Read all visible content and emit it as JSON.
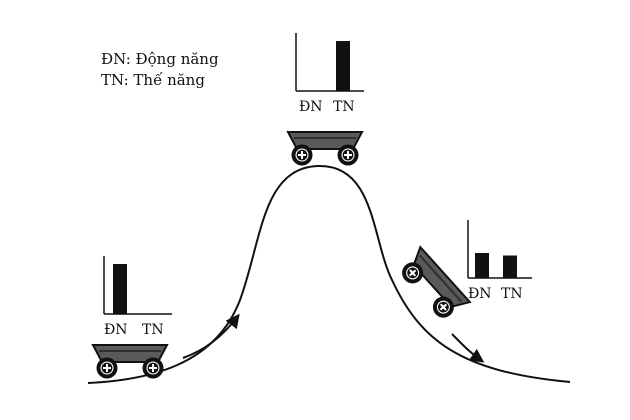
{
  "legend": {
    "line1": "ĐN: Động năng",
    "line2": "TN: Thế năng"
  },
  "bar_labels": {
    "kinetic": "ĐN",
    "potential": "TN"
  },
  "energy_states": [
    {
      "position": "bottom-left",
      "kinetic": 1.0,
      "potential": 0.0
    },
    {
      "position": "top",
      "kinetic": 0.0,
      "potential": 1.0
    },
    {
      "position": "slope-right",
      "kinetic": 0.5,
      "potential": 0.45
    }
  ],
  "colors": {
    "line": "#111111",
    "bar": "#111111",
    "cart_body": "#5a5a5a",
    "cart_dark": "#2e2e2e",
    "wheel": "#111111"
  }
}
